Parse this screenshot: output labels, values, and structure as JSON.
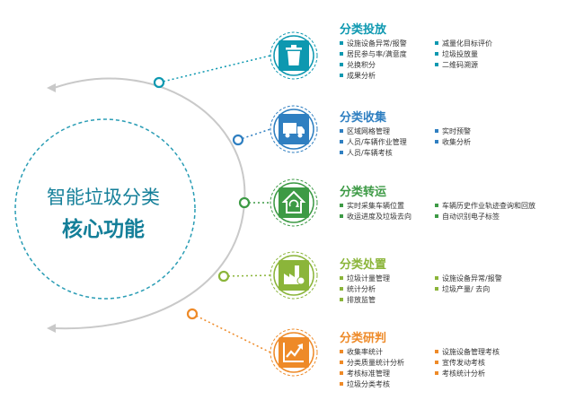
{
  "center": {
    "line1": "智能垃圾分类",
    "line2": "核心功能"
  },
  "modules": [
    {
      "id": "delivery",
      "title": "分类投放",
      "color": "#0d98b0",
      "icon": "trash-bin-icon",
      "items_left": [
        "设施设备异常/报警",
        "居民参与率/满意度",
        "兑换积分",
        "成果分析"
      ],
      "items_right": [
        "减量化目标评价",
        "垃圾投放量",
        "二维码溯源"
      ]
    },
    {
      "id": "collection",
      "title": "分类收集",
      "color": "#2f7fc1",
      "icon": "garbage-truck-icon",
      "items_left": [
        "区域网格管理",
        "人员/车辆作业管理",
        "人员/车辆考核"
      ],
      "items_right": [
        "实时预警",
        "收集分析"
      ]
    },
    {
      "id": "transfer",
      "title": "分类转运",
      "color": "#3d9a45",
      "icon": "recycle-house-icon",
      "items_left": [
        "实时采集车辆位置",
        "收运进度及垃圾去向"
      ],
      "items_right": [
        "车辆历史作业轨迹查询和回放",
        "自动识别电子标签"
      ]
    },
    {
      "id": "disposal",
      "title": "分类处置",
      "color": "#8bb53a",
      "icon": "factory-icon",
      "items_left": [
        "垃圾计量管理",
        "统计分析",
        "排放监管"
      ],
      "items_right": [
        "设施设备异常/报警",
        "垃圾产量/ 去向"
      ]
    },
    {
      "id": "analysis",
      "title": "分类研判",
      "color": "#ee8a28",
      "icon": "trend-chart-icon",
      "items_left": [
        "收集率统计",
        "分类质量统计分析",
        "考核标准管理",
        "垃圾分类考核"
      ],
      "items_right": [
        "设施设备管理考核",
        "宣传发动考核",
        "考核统计分析"
      ]
    }
  ]
}
